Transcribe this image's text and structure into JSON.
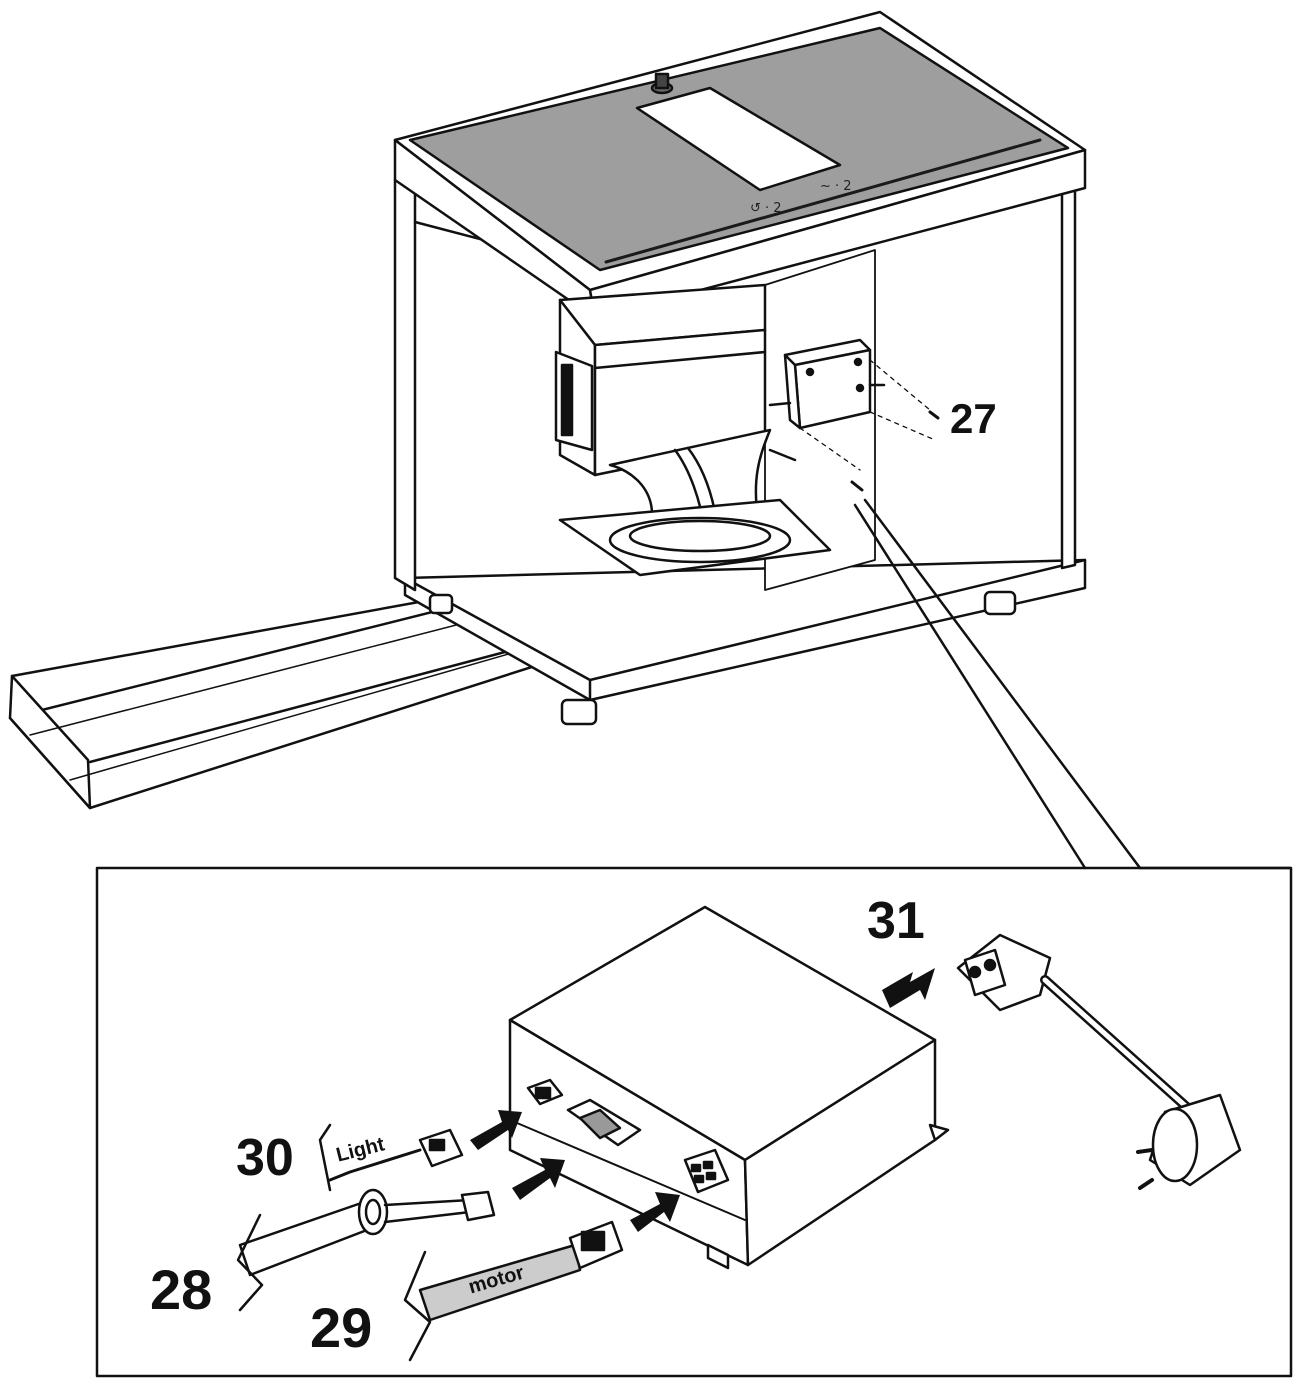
{
  "callouts": {
    "screws": "27",
    "power_cable": "28",
    "motor_cable": "29",
    "light_cable": "30",
    "power_inlet": "31"
  },
  "wire_labels": {
    "light": "Light",
    "motor": "motor"
  }
}
